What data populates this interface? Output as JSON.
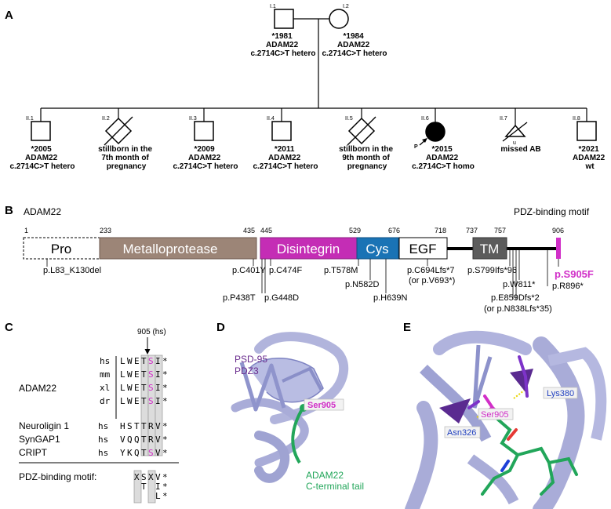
{
  "panels": {
    "a": "A",
    "b": "B",
    "c": "C",
    "d": "D",
    "e": "E"
  },
  "pedigree": {
    "parents": [
      {
        "id": "I.1",
        "lines": [
          "*1981",
          "ADAM22",
          "c.2714C>T hetero"
        ]
      },
      {
        "id": "I.2",
        "lines": [
          "*1984",
          "ADAM22",
          "c.2714C>T hetero"
        ]
      }
    ],
    "children": [
      {
        "id": "II.1",
        "lines": [
          "*2005",
          "ADAM22",
          "c.2714C>T hetero"
        ]
      },
      {
        "id": "II.2",
        "lines": [
          "stillborn in the",
          "7th month of",
          "pregnancy"
        ]
      },
      {
        "id": "II.3",
        "lines": [
          "*2009",
          "ADAM22",
          "c.2714C>T hetero"
        ]
      },
      {
        "id": "II.4",
        "lines": [
          "*2011",
          "ADAM22",
          "c.2714C>T hetero"
        ]
      },
      {
        "id": "II.5",
        "lines": [
          "stillborn in the",
          "9th month  of",
          "pregnancy"
        ]
      },
      {
        "id": "II.6",
        "lines": [
          "*2015",
          "ADAM22",
          "c.2714C>T homo"
        ]
      },
      {
        "id": "II.7",
        "lines": [
          "missed AB"
        ]
      },
      {
        "id": "II.8",
        "lines": [
          "*2021",
          "ADAM22",
          "wt"
        ]
      }
    ],
    "proband_label": "P",
    "unknown_label": "u"
  },
  "domain_map": {
    "protein": "ADAM22",
    "motif_label": "PDZ-binding motif",
    "domains": [
      {
        "name": "Pro",
        "start": "1",
        "end": "233",
        "color": "#ffffff"
      },
      {
        "name": "Metalloprotease",
        "start": "233",
        "end": "435",
        "color": "#9c8577"
      },
      {
        "name": "Disintegrin",
        "start": "445",
        "end": "529",
        "color": "#c42db5"
      },
      {
        "name": "Cys",
        "start": "529",
        "end": "676",
        "color": "#1a73b5"
      },
      {
        "name": "EGF",
        "start": "676",
        "end": "718",
        "color": "#ffffff"
      },
      {
        "name": "TM",
        "start": "737",
        "end": "757",
        "color": "#5c5c5c"
      }
    ],
    "end_position": "906",
    "variants_below": [
      "p.L83_K130del",
      "p.C401Y",
      "p.C474F",
      "p.T578M",
      "p.C694Lfs*7",
      "(or p.V693*)",
      "p.S799Ifs*96",
      "p.W811*",
      "p.R896*"
    ],
    "variants_low": [
      "p.P438T",
      "p.G448D",
      "p.N582D",
      "p.H639N",
      "p.E859Dfs*2",
      "(or p.N838Lfs*35)"
    ],
    "variant_highlight": "p.S905F"
  },
  "alignment": {
    "position_label": "905 (hs)",
    "adam22_label": "ADAM22",
    "rows": [
      {
        "species": "hs",
        "seq": [
          "L",
          "W",
          "E",
          "T",
          "S",
          "I",
          "*"
        ]
      },
      {
        "species": "mm",
        "seq": [
          "L",
          "W",
          "E",
          "T",
          "S",
          "I",
          "*"
        ]
      },
      {
        "species": "xl",
        "seq": [
          "L",
          "W",
          "E",
          "T",
          "S",
          "I",
          "*"
        ]
      },
      {
        "species": "dr",
        "seq": [
          "L",
          "W",
          "E",
          "T",
          "S",
          "I",
          "*"
        ]
      },
      {
        "protein": "Neuroligin 1",
        "species": "hs",
        "seq": [
          "H",
          "S",
          "T",
          "T",
          "R",
          "V",
          "*"
        ]
      },
      {
        "protein": "SynGAP1",
        "species": "hs",
        "seq": [
          "V",
          "Q",
          "Q",
          "T",
          "R",
          "V",
          "*"
        ]
      },
      {
        "protein": "CRIPT",
        "species": "hs",
        "seq": [
          "Y",
          "K",
          "Q",
          "T",
          "S",
          "V",
          "*"
        ]
      }
    ],
    "motif_label": "PDZ-binding motif:",
    "motif_rows": [
      [
        "X",
        "S",
        "X",
        "V",
        "*"
      ],
      [
        "",
        "T",
        "",
        "I",
        "*"
      ],
      [
        "",
        "",
        "",
        "L",
        "*"
      ]
    ]
  },
  "structure_d": {
    "title_lines": [
      "PSD-95",
      "PDZ3"
    ],
    "residue": "Ser905",
    "tail_lines": [
      "ADAM22",
      "C-terminal tail"
    ]
  },
  "structure_e": {
    "labels": [
      "Lys380",
      "Ser905",
      "Asn326"
    ]
  },
  "colors": {
    "magenta": "#d12fc8",
    "purple": "#6a2c8e",
    "green": "#22a65a",
    "lavender": "#a9acd8",
    "blue_label": "#1f3fbf"
  }
}
